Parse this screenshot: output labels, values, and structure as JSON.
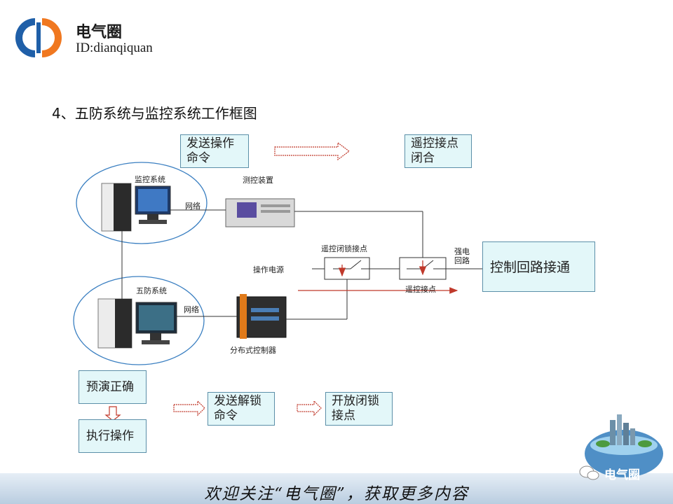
{
  "header": {
    "brand_name": "电气圈",
    "brand_id": "ID:dianqiquan",
    "accent_blue": "#1f5fa8",
    "accent_orange": "#f07820"
  },
  "slide": {
    "title": "4、五防系统与监控系统工作框图"
  },
  "diagram": {
    "boxes": {
      "send_cmd": "发送操作\n命令",
      "remote_close": "遥控接点\n闭合",
      "control_loop": "控制回路接通",
      "preview_ok": "预演正确",
      "execute": "执行操作",
      "send_unlock": "发送解锁\n命令",
      "open_lock": "开放闭锁\n接点"
    },
    "labels": {
      "monitor_system": "监控系统",
      "network_top": "网络",
      "measure_device": "测控装置",
      "remote_lock_contact": "遥控闭锁接点",
      "strong_power_loop": "强电\n回路",
      "op_power": "操作电源",
      "remote_contact": "遥控接点",
      "five_prevention": "五防系统",
      "network_bottom": "网络",
      "distributed_controller": "分布式控制器"
    }
  },
  "footer": {
    "slogan": "欢迎关注“电气圈”，获取更多内容",
    "watermark": "电气圈"
  },
  "colors": {
    "box_fill": "#e3f7f9",
    "box_border": "#5b8fa8",
    "arrow_red": "#c0392b",
    "ellipse_stroke": "#3a7fc1"
  }
}
